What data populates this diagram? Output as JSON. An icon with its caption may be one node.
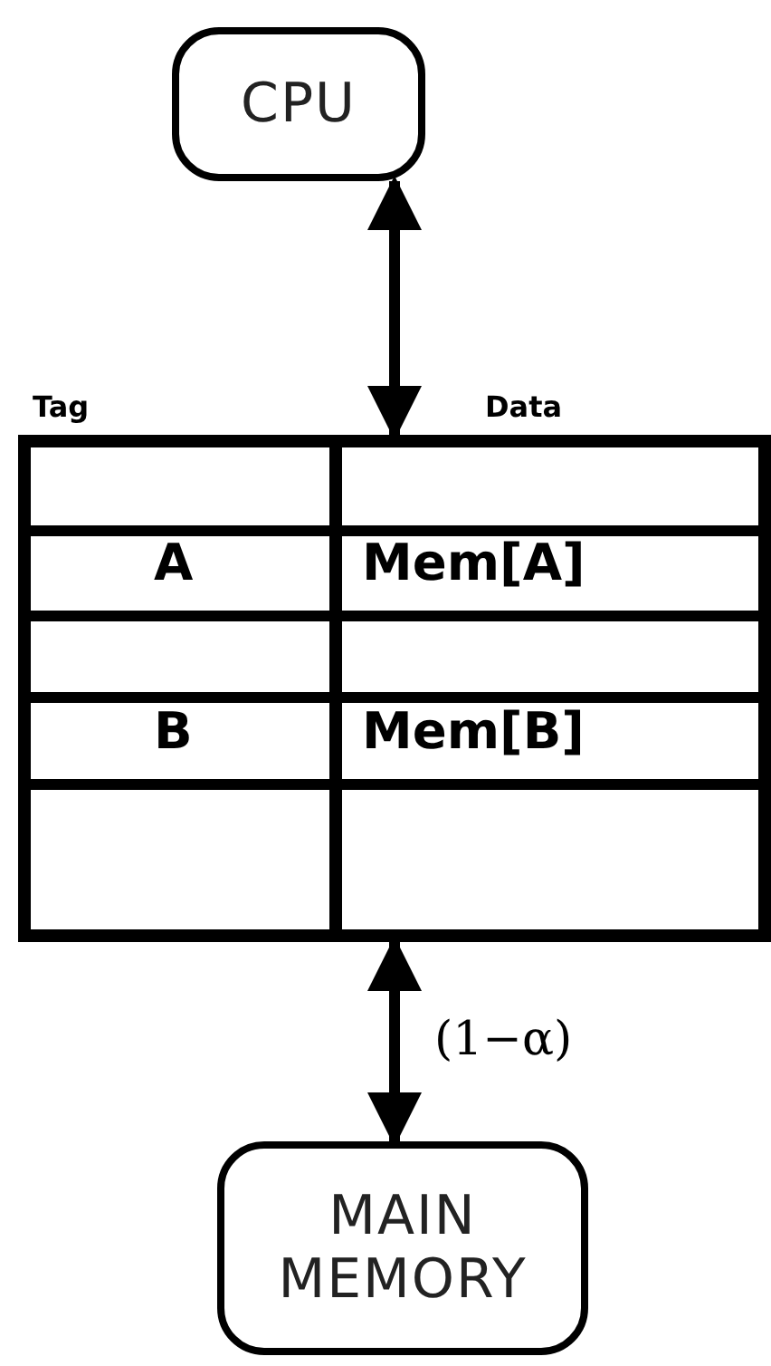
{
  "diagram": {
    "nodes": [
      {
        "text": [
          "CPU"
        ]
      },
      {
        "text": [
          "Tag",
          "Data",
          "A",
          "Mem[A]",
          "B",
          "Mem[B]"
        ]
      },
      {
        "text": [
          "MAIN MEMORY"
        ]
      }
    ],
    "edges": [
      {
        "from": 0,
        "to": 1,
        "arrow": "both"
      },
      {
        "from": 1,
        "to": 2,
        "arrow": "both",
        "label": "(1−α)"
      }
    ]
  }
}
